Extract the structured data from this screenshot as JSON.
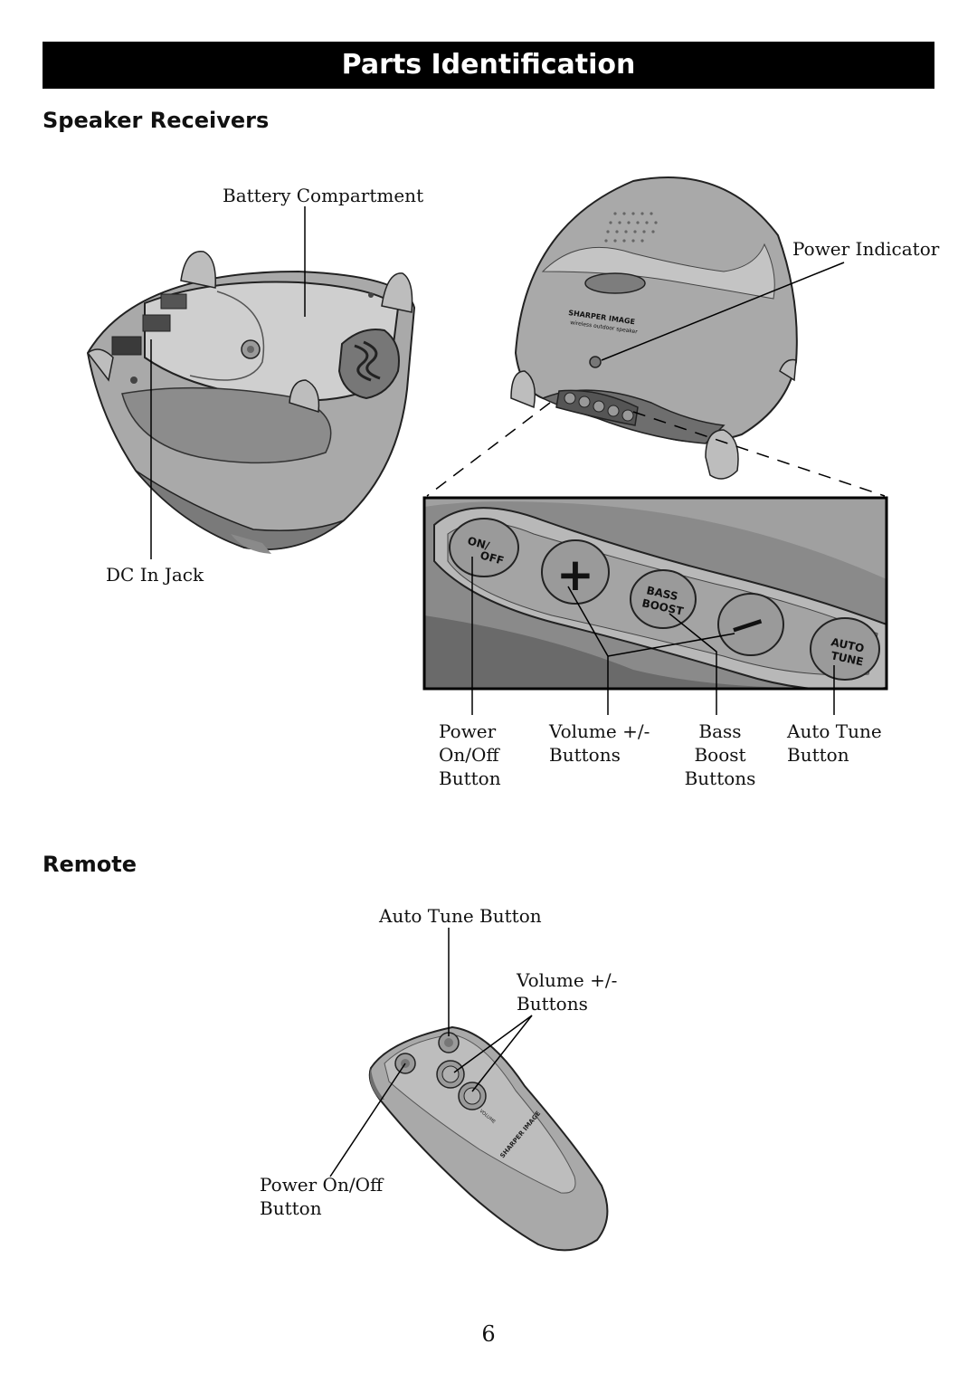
{
  "page": {
    "title": "Parts Identification",
    "page_number": "6"
  },
  "speaker_section": {
    "heading": "Speaker Receivers",
    "labels": {
      "battery_compartment": "Battery Compartment",
      "power_indicator": "Power Indicator",
      "dc_in_jack": "DC In Jack",
      "power_button": "Power\nOn/Off\nButton",
      "volume_buttons": "Volume +/-\nButtons",
      "bass_boost_buttons": "Bass Boost\nButtons",
      "auto_tune_button": "Auto Tune\nButton"
    },
    "panel_buttons": {
      "on_off_line1": "ON/",
      "on_off_line2": "OFF",
      "plus": "+",
      "bass_line1": "BASS",
      "bass_line2": "BOOST",
      "minus": "—",
      "auto_line1": "AUTO",
      "auto_line2": "TUNE"
    },
    "device_logo": "SHARPER IMAGE",
    "device_subtitle": "wireless outdoor speaker"
  },
  "remote_section": {
    "heading": "Remote",
    "labels": {
      "auto_tune_button": "Auto Tune Button",
      "volume_buttons": "Volume +/-\nButtons",
      "power_button": "Power On/Off\nButton"
    },
    "remote_volume_text": "VOLUME",
    "remote_logo": "SHARPER IMAGE"
  },
  "colors": {
    "device_body": "#a9a9a9",
    "device_dark": "#6e6e6e",
    "device_light": "#d0d0d0",
    "panel_bg": "#8a8a8a"
  }
}
